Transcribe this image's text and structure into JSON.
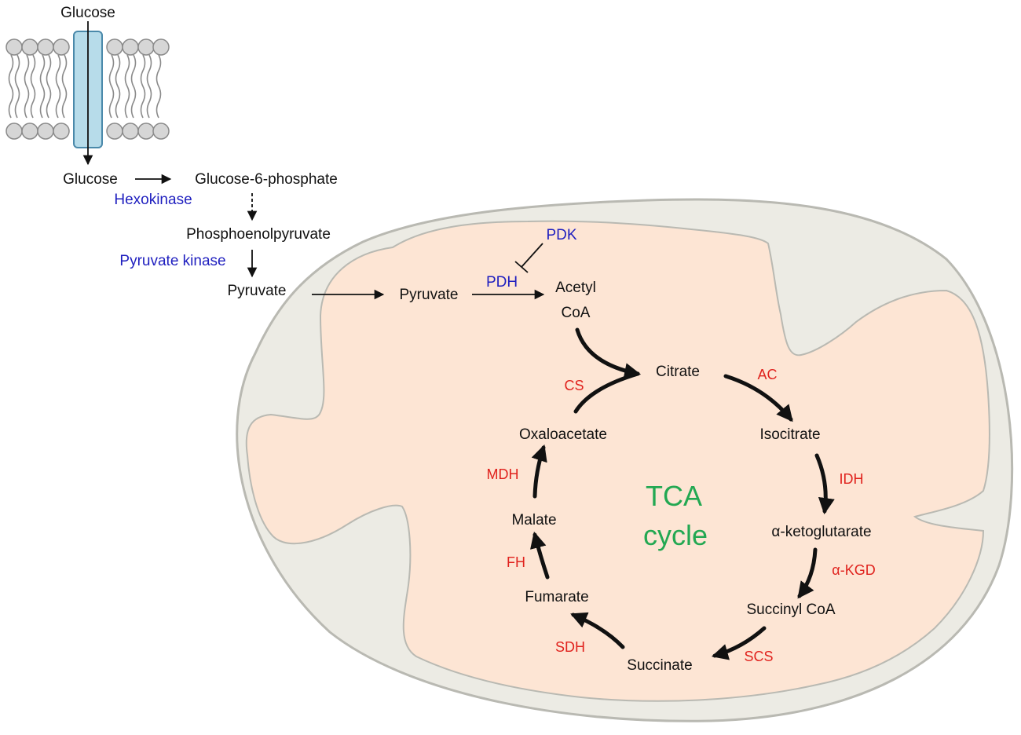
{
  "colors": {
    "metabolite": "#111111",
    "upstream_enzyme": "#1f1fbf",
    "tca_enzyme": "#e0221d",
    "tca_label": "#23a852",
    "mito_outer_fill": "#ecebe4",
    "mito_outer_stroke": "#b9b9b2",
    "matrix_fill": "#fde5d4",
    "transporter_fill": "#b7dcea",
    "transporter_stroke": "#4a89aa",
    "lipid_head_fill": "#d6d6d6"
  },
  "cytosol": {
    "glucose_extracellular": "Glucose",
    "glucose": "Glucose",
    "hexokinase": "Hexokinase",
    "glucose_6_phosphate": "Glucose-6-phosphate",
    "phosphoenolpyruvate": "Phosphoenolpyruvate",
    "pyruvate_kinase": "Pyruvate kinase",
    "pyruvate": "Pyruvate"
  },
  "mitochondrion": {
    "pyruvate": "Pyruvate",
    "pdk": "PDK",
    "pdh": "PDH",
    "acetyl_coa_line1": "Acetyl",
    "acetyl_coa_line2": "CoA"
  },
  "tca": {
    "label_line1": "TCA",
    "label_line2": "cycle",
    "metabolites": {
      "citrate": "Citrate",
      "isocitrate": "Isocitrate",
      "alpha_ketoglutarate": "α-ketoglutarate",
      "succinyl_coa": "Succinyl CoA",
      "succinate": "Succinate",
      "fumarate": "Fumarate",
      "malate": "Malate",
      "oxaloacetate": "Oxaloacetate"
    },
    "enzymes": {
      "cs": "CS",
      "ac": "AC",
      "idh": "IDH",
      "akgd": "α-KGD",
      "scs": "SCS",
      "sdh": "SDH",
      "fh": "FH",
      "mdh": "MDH"
    }
  }
}
